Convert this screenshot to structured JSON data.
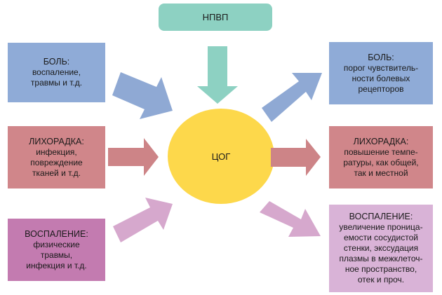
{
  "top": {
    "label": "НПВП",
    "color": "#8dd1c2"
  },
  "center": {
    "label": "ЦОГ",
    "color": "#fdd84b"
  },
  "left": [
    {
      "title": "БОЛЬ:",
      "lines": [
        "воспаление,",
        "травмы и т.д."
      ],
      "color": "#8fabd7",
      "arrow_color": "#8fa9d4"
    },
    {
      "title": "ЛИХОРАДКА:",
      "lines": [
        "инфекция,",
        "повреждение",
        "тканей и т.д."
      ],
      "color": "#d0868a",
      "arrow_color": "#cd8487"
    },
    {
      "title": "ВОСПАЛЕНИЕ:",
      "lines": [
        "физические",
        "травмы,",
        "инфекция и т.д."
      ],
      "color": "#c37bb0",
      "arrow_color": "#d6a8cd"
    }
  ],
  "right": [
    {
      "title": "БОЛЬ:",
      "lines": [
        "порог чувствитель-",
        "ности болевых",
        "рецепторов"
      ],
      "color": "#8fabd7",
      "arrow_color": "#8fa9d4"
    },
    {
      "title": "ЛИХОРАДКА:",
      "lines": [
        "повышение темпе-",
        "ратуры, как общей,",
        "так и местной"
      ],
      "color": "#d0868a",
      "arrow_color": "#cd8487"
    },
    {
      "title": "ВОСПАЛЕНИЕ:",
      "lines": [
        "увеличение проница-",
        "емости сосудистой",
        "стенки, экссудация",
        "плазмы в межклеточ-",
        "ное пространство,",
        "отек и проч."
      ],
      "color": "#d9b3d7",
      "arrow_color": "#d6a8cd"
    }
  ],
  "top_arrow_color": "#8dd1c2"
}
